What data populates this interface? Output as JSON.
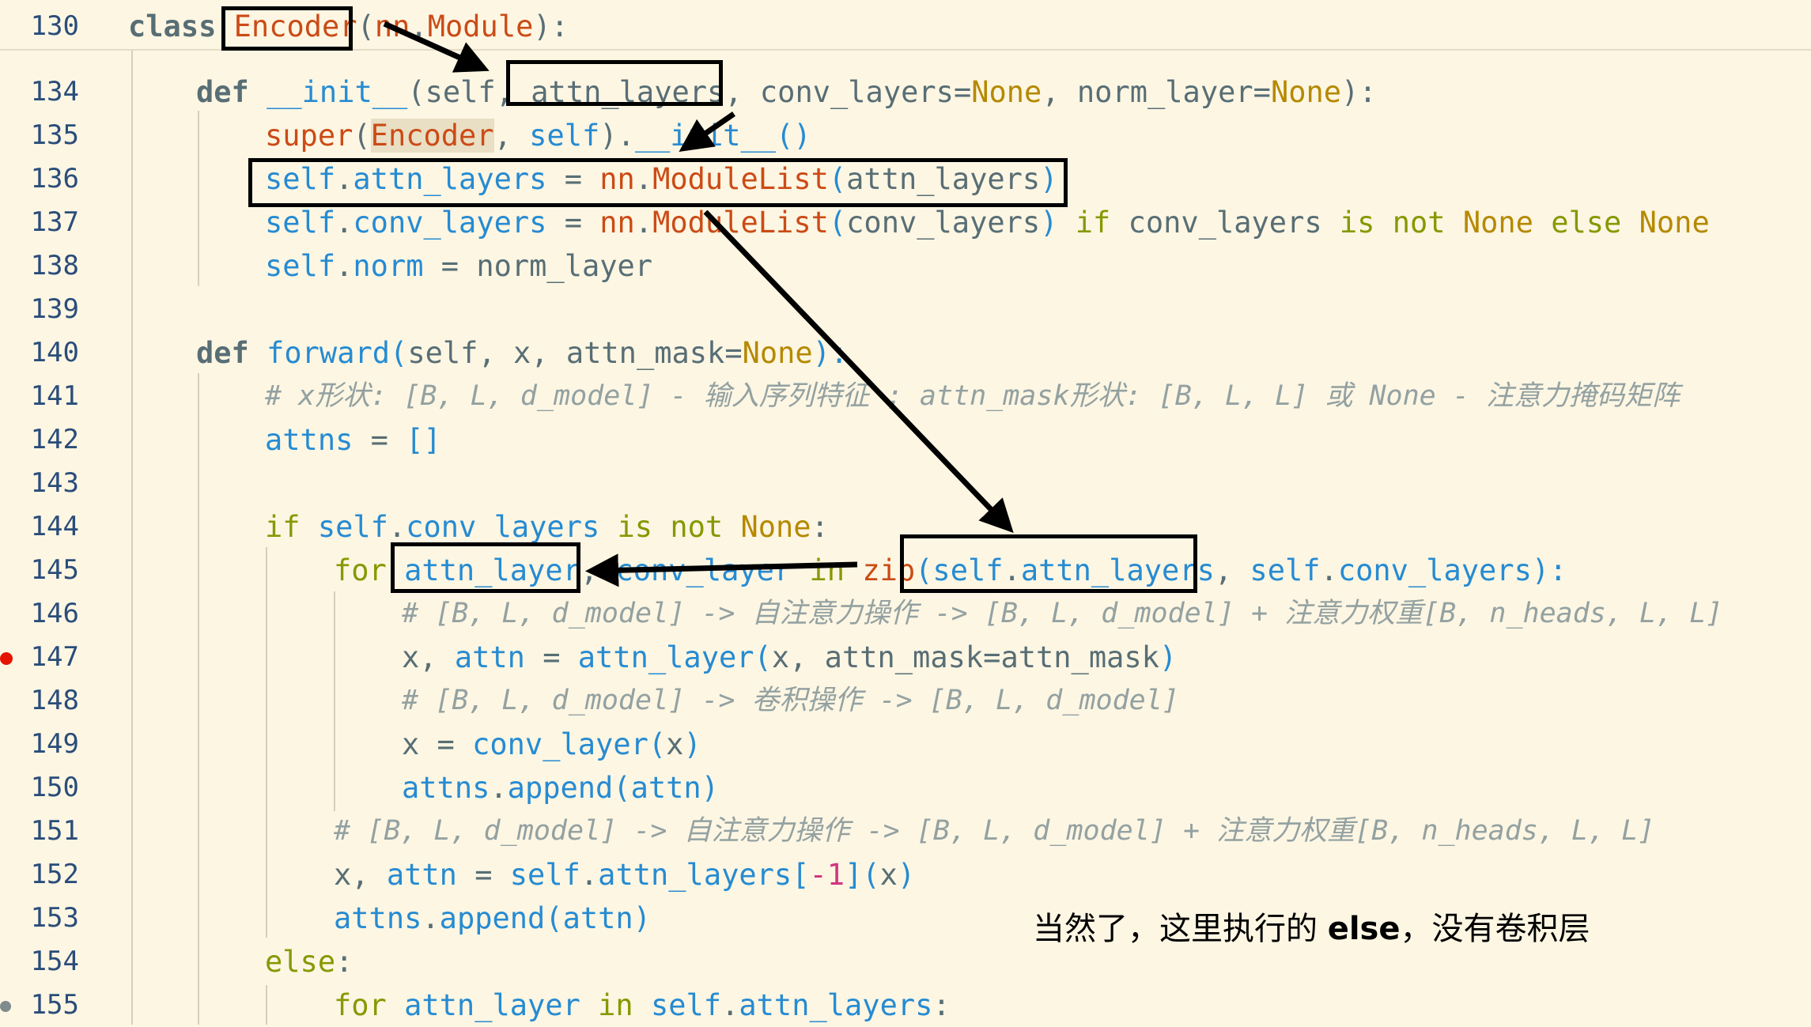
{
  "gutter": {
    "sticky": "130",
    "lines": [
      "134",
      "135",
      "136",
      "137",
      "138",
      "139",
      "140",
      "141",
      "142",
      "143",
      "144",
      "145",
      "146",
      "147",
      "148",
      "149",
      "150",
      "151",
      "152",
      "153",
      "154",
      "155"
    ]
  },
  "code": {
    "l130": {
      "t1": "class ",
      "t2": "Encoder",
      "t3": "(",
      "t4": "nn",
      "t5": ".",
      "t6": "Module",
      "t7": "):"
    },
    "l134": {
      "t1": "def ",
      "t2": "__init__",
      "t3": "(",
      "t4": "self",
      "t5": ", ",
      "t6": "attn_layers",
      "t7": ", ",
      "t8": "conv_layers",
      "t9": "=",
      "t10": "None",
      "t11": ", ",
      "t12": "norm_layer",
      "t13": "=",
      "t14": "None",
      "t15": "):"
    },
    "l135": {
      "t1": "super",
      "t2": "(",
      "t3": "Encoder",
      "t4": ", ",
      "t5": "self",
      "t6": ").",
      "t7": "__init__",
      "t8": "()"
    },
    "l136": {
      "t1": "self",
      "t2": ".",
      "t3": "attn_layers",
      "t4": " = ",
      "t5": "nn",
      "t6": ".",
      "t7": "ModuleList",
      "t8": "(",
      "t9": "attn_layers",
      "t10": ")"
    },
    "l137": {
      "t1": "self",
      "t2": ".",
      "t3": "conv_layers",
      "t4": " = ",
      "t5": "nn",
      "t6": ".",
      "t7": "ModuleList",
      "t8": "(",
      "t9": "conv_layers",
      "t10": ") ",
      "t11": "if ",
      "t12": "conv_layers ",
      "t13": "is not ",
      "t14": "None ",
      "t15": "else ",
      "t16": "None"
    },
    "l138": {
      "t1": "self",
      "t2": ".",
      "t3": "norm",
      "t4": " = ",
      "t5": "norm_layer"
    },
    "l140": {
      "t1": "def ",
      "t2": "forward",
      "t3": "(",
      "t4": "self",
      "t5": ", ",
      "t6": "x",
      "t7": ", ",
      "t8": "attn_mask",
      "t9": "=",
      "t10": "None",
      "t11": "):"
    },
    "l141": {
      "t1": "# x形状: [B, L, d_model] - 输入序列特征 ; attn_mask形状: [B, L, L] 或 None - 注意力掩码矩阵"
    },
    "l142": {
      "t1": "attns",
      "t2": " = ",
      "t3": "[]"
    },
    "l144": {
      "t1": "if ",
      "t2": "self",
      "t3": ".",
      "t4": "conv_layers ",
      "t5": "is not ",
      "t6": "None",
      "t7": ":"
    },
    "l145": {
      "t1": "for ",
      "t2": "attn_layer",
      "t3": ", ",
      "t4": "conv_layer ",
      "t5": "in ",
      "t6": "zip",
      "t7": "(",
      "t8": "self",
      "t9": ".",
      "t10": "attn_layers",
      "t11": ", ",
      "t12": "self",
      "t13": ".",
      "t14": "conv_layers",
      "t15": "):"
    },
    "l146": {
      "t1": "# [B, L, d_model] -> 自注意力操作 -> [B, L, d_model] + 注意力权重[B, n_heads, L, L]"
    },
    "l147": {
      "t1": "x",
      "t2": ", ",
      "t3": "attn",
      "t4": " = ",
      "t5": "attn_layer",
      "t6": "(",
      "t7": "x",
      "t8": ", ",
      "t9": "attn_mask",
      "t10": "=",
      "t11": "attn_mask",
      "t12": ")"
    },
    "l148": {
      "t1": "# [B, L, d_model] -> 卷积操作 -> [B, L, d_model]"
    },
    "l149": {
      "t1": "x",
      "t2": " = ",
      "t3": "conv_layer",
      "t4": "(",
      "t5": "x",
      "t6": ")"
    },
    "l150": {
      "t1": "attns",
      "t2": ".",
      "t3": "append",
      "t4": "(",
      "t5": "attn",
      "t6": ")"
    },
    "l151": {
      "t1": "# [B, L, d_model] -> 自注意力操作 -> [B, L, d_model] + 注意力权重[B, n_heads, L, L]"
    },
    "l152": {
      "t1": "x",
      "t2": ", ",
      "t3": "attn",
      "t4": " = ",
      "t5": "self",
      "t6": ".",
      "t7": "attn_layers",
      "t8": "[",
      "t9": "-1",
      "t10": "]",
      "t11": "(",
      "t12": "x",
      "t13": ")"
    },
    "l153": {
      "t1": "attns",
      "t2": ".",
      "t3": "append",
      "t4": "(",
      "t5": "attn",
      "t6": ")"
    },
    "l154": {
      "t1": "else",
      "t2": ":"
    },
    "l155": {
      "t1": "for ",
      "t2": "attn_layer ",
      "t3": "in ",
      "t4": "self",
      "t5": ".",
      "t6": "attn_layers",
      "t7": ":"
    }
  },
  "annotation": {
    "note_prefix": "当然了，这里执行的 ",
    "note_bold": "else",
    "note_suffix": "，没有卷积层"
  },
  "colors": {
    "background": "#fdf6e3",
    "keyword": "#859900",
    "class": "#cb4b16",
    "function": "#268bd2",
    "constant": "#b58900",
    "comment": "#93a1a1",
    "breakpoint": "#e51400"
  }
}
